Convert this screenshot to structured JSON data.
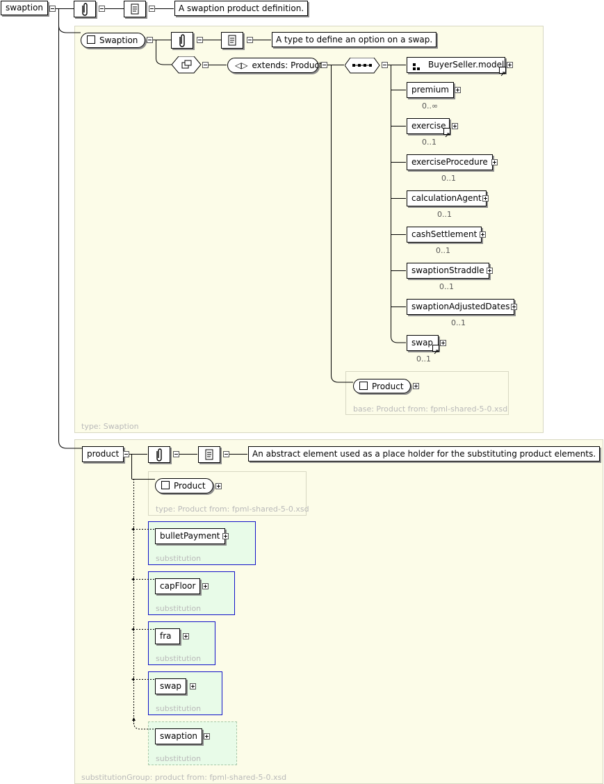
{
  "root": {
    "name": "swaption",
    "doc": "A swaption product definition."
  },
  "swaption_type": {
    "name": "Swaption",
    "doc": "A type to define an option on a swap.",
    "extends": "extends: Product",
    "caption": "type: Swaption",
    "sequence": [
      {
        "name": "BuyerSeller.model",
        "card": ""
      },
      {
        "name": "premium",
        "card": "0..∞"
      },
      {
        "name": "exercise",
        "card": "0..1"
      },
      {
        "name": "exerciseProcedure",
        "card": "0..1"
      },
      {
        "name": "calculationAgent",
        "card": "0..1"
      },
      {
        "name": "cashSettlement",
        "card": "0..1"
      },
      {
        "name": "swaptionStraddle",
        "card": "0..1"
      },
      {
        "name": "swaptionAdjustedDates",
        "card": "0..1"
      },
      {
        "name": "swap",
        "card": "0..1"
      }
    ],
    "base": {
      "name": "Product",
      "caption": "base: Product from: fpml-shared-5-0.xsd"
    }
  },
  "product": {
    "name": "product",
    "doc": "An abstract element used as a place holder for the substituting product elements.",
    "type_box": {
      "name": "Product",
      "caption": "type: Product from: fpml-shared-5-0.xsd"
    },
    "substitutions": [
      {
        "name": "bulletPayment",
        "caption": "substitution"
      },
      {
        "name": "capFloor",
        "caption": "substitution"
      },
      {
        "name": "fra",
        "caption": "substitution"
      },
      {
        "name": "swap",
        "caption": "substitution"
      },
      {
        "name": "swaption",
        "caption": "substitution"
      }
    ],
    "caption": "substitutionGroup: product from: fpml-shared-5-0.xsd"
  },
  "icons": [
    "annotation-icon",
    "documentation-icon",
    "complex-type-icon",
    "extension-icon",
    "sequence-icon",
    "model-group-icon",
    "reference-arrow-icon",
    "expand-icon",
    "collapse-icon"
  ],
  "colors": {
    "panel_bg": "#fcfce8",
    "substitution_bg": "#e8fbe8",
    "substitution_border": "#1010c8"
  }
}
